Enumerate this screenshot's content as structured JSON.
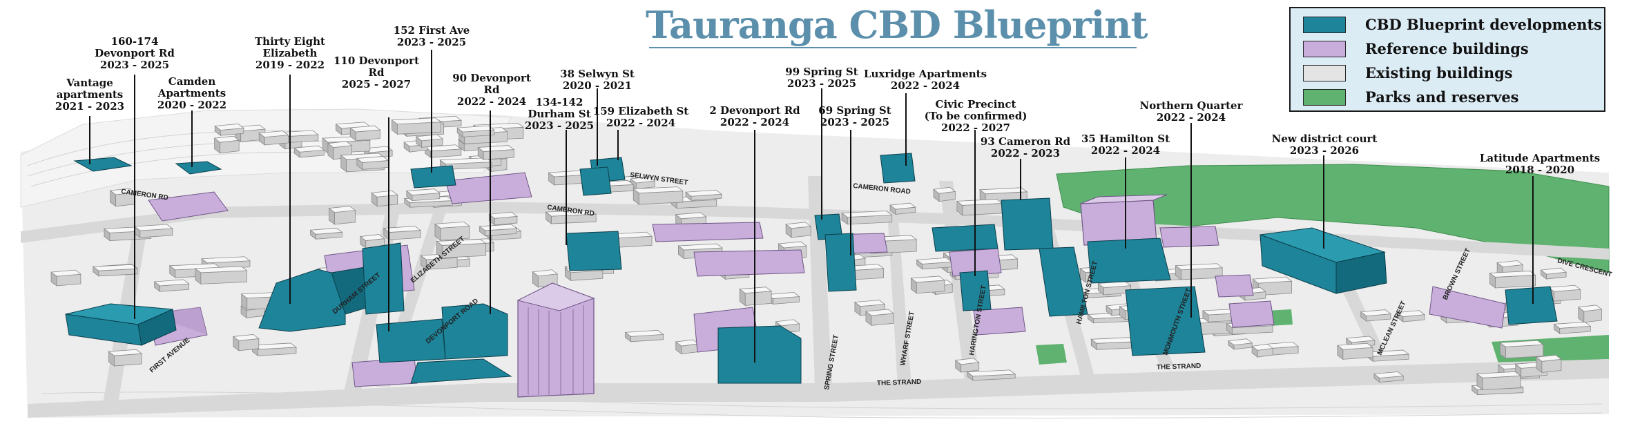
{
  "title": "Tauranga CBD Blueprint",
  "legend": [
    {
      "label": "CBD Blueprint developments",
      "color": "#1e8499"
    },
    {
      "label": "Reference buildings",
      "color": "#c9aedb"
    },
    {
      "label": "Existing buildings",
      "color": "#e4e4e4"
    },
    {
      "label": "Parks and reserves",
      "color": "#5fb26f"
    }
  ],
  "colors": {
    "development": "#1e8499",
    "development_dark": "#126a7c",
    "reference": "#c9aedb",
    "reference_dark": "#a889bd",
    "existing": "#f2f2f2",
    "existing_dark": "#cfcfcf",
    "park": "#5fb26f",
    "road": "#d8d8d8",
    "title": "#5b8fab"
  },
  "callouts": [
    {
      "name": "vantage",
      "lines": [
        "Vantage",
        "apartments",
        "2021 - 2023"
      ]
    },
    {
      "name": "devonport-160",
      "lines": [
        "160-174",
        "Devonport Rd",
        "2023 - 2025"
      ]
    },
    {
      "name": "camden",
      "lines": [
        "Camden",
        "Apartments",
        "2020 - 2022"
      ]
    },
    {
      "name": "thirty-eight",
      "lines": [
        "Thirty Eight",
        "Elizabeth",
        "2019 - 2022"
      ]
    },
    {
      "name": "devonport-110",
      "lines": [
        "110 Devonport",
        "Rd",
        "2025 - 2027"
      ]
    },
    {
      "name": "first-ave-152",
      "lines": [
        "152 First Ave",
        "2023 - 2025"
      ]
    },
    {
      "name": "devonport-90",
      "lines": [
        "90 Devonport",
        "Rd",
        "2022 - 2024"
      ]
    },
    {
      "name": "selwyn-38",
      "lines": [
        "38 Selwyn St",
        "2020 - 2021"
      ]
    },
    {
      "name": "durham-134",
      "lines": [
        "134-142",
        "Durham St",
        "2023 - 2025"
      ]
    },
    {
      "name": "elizabeth-159",
      "lines": [
        "159 Elizabeth St",
        "2022 - 2024"
      ]
    },
    {
      "name": "devonport-2",
      "lines": [
        "2 Devonport Rd",
        "2022 - 2024"
      ]
    },
    {
      "name": "spring-99",
      "lines": [
        "99 Spring St",
        "2023 - 2025"
      ]
    },
    {
      "name": "spring-69",
      "lines": [
        "69 Spring St",
        "2023 - 2025"
      ]
    },
    {
      "name": "luxridge",
      "lines": [
        "Luxridge Apartments",
        "2022 - 2024"
      ]
    },
    {
      "name": "civic-precinct",
      "lines": [
        "Civic Precinct",
        "(To be confirmed)",
        "2022 - 2027"
      ]
    },
    {
      "name": "cameron-93",
      "lines": [
        "93 Cameron Rd",
        "2022 - 2023"
      ]
    },
    {
      "name": "hamilton-35",
      "lines": [
        "35 Hamilton St",
        "2022 - 2024"
      ]
    },
    {
      "name": "northern-quarter",
      "lines": [
        "Northern Quarter",
        "2022 - 2024"
      ]
    },
    {
      "name": "district-court",
      "lines": [
        "New district court",
        "2023 - 2026"
      ]
    },
    {
      "name": "latitude",
      "lines": [
        "Latitude Apartments",
        "2018 - 2020"
      ]
    }
  ],
  "street_labels": [
    {
      "name": "the-strand-1",
      "text": "THE STRAND"
    },
    {
      "name": "the-strand-2",
      "text": "THE STRAND"
    },
    {
      "name": "cameron-rd-1",
      "text": "CAMERON RD"
    },
    {
      "name": "cameron-road",
      "text": "CAMERON ROAD"
    },
    {
      "name": "cameron-rd-2",
      "text": "CAMERON RD"
    },
    {
      "name": "selwyn-street",
      "text": "SELWYN STREET"
    },
    {
      "name": "first-avenue",
      "text": "FIRST AVENUE"
    },
    {
      "name": "elizabeth-street",
      "text": "ELIZABETH STREET"
    },
    {
      "name": "spring-street",
      "text": "SPRING STREET"
    },
    {
      "name": "wharf-street",
      "text": "WHARF STREET"
    },
    {
      "name": "harington-street",
      "text": "HARINGTON STREET"
    },
    {
      "name": "hamilton-street",
      "text": "HAMILTON STREET"
    },
    {
      "name": "mclean-street",
      "text": "MCLEAN STREET"
    },
    {
      "name": "monmouth-street",
      "text": "MONMOUTH STREET"
    },
    {
      "name": "durham-street",
      "text": "DURHAM STREET"
    },
    {
      "name": "devonport-road",
      "text": "DEVONPORT ROAD"
    },
    {
      "name": "brown-street",
      "text": "BROWN STREET"
    },
    {
      "name": "dive-crescent",
      "text": "DIVE CRESCENT"
    }
  ]
}
